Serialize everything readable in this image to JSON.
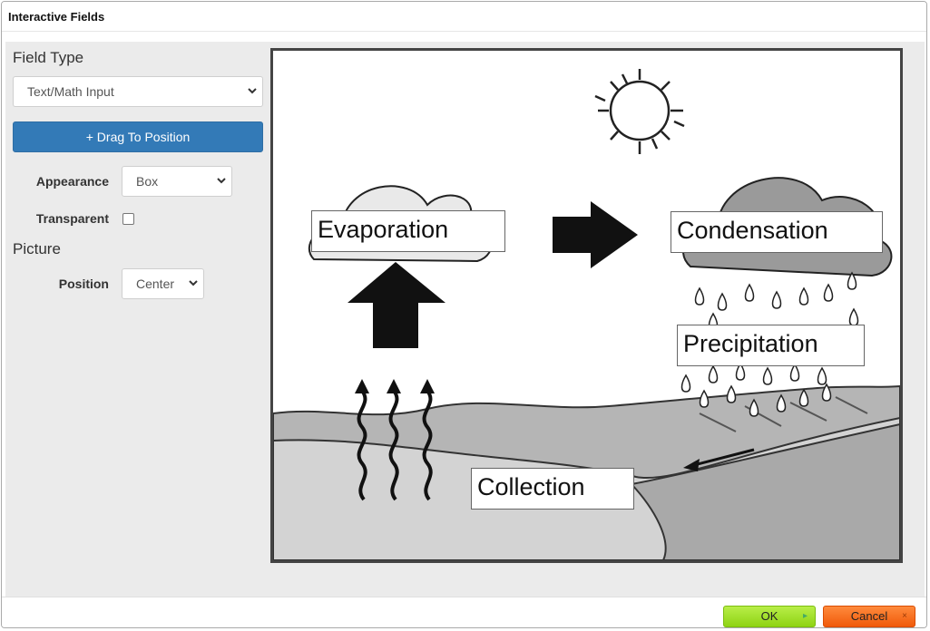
{
  "dialog": {
    "title": "Interactive Fields"
  },
  "panel": {
    "field_type": {
      "heading": "Field Type",
      "selected": "Text/Math Input"
    },
    "drag_button": "+ Drag To Position",
    "appearance": {
      "label": "Appearance",
      "selected": "Box"
    },
    "transparent": {
      "label": "Transparent",
      "checked": false
    },
    "picture": {
      "heading": "Picture",
      "position": {
        "label": "Position",
        "selected": "Center"
      }
    }
  },
  "diagram": {
    "fields": [
      {
        "label": "Evaporation"
      },
      {
        "label": "Condensation"
      },
      {
        "label": "Precipitation"
      },
      {
        "label": "Collection"
      }
    ]
  },
  "footer": {
    "ok_label": "OK",
    "cancel_label": "Cancel"
  },
  "icons": {
    "chevron": "chevron-down-icon",
    "ok_glyph": "▸",
    "cancel_glyph": "×"
  },
  "colors": {
    "primary": "#337ab7",
    "ok": "#9be02a",
    "cancel": "#f46a1d"
  }
}
